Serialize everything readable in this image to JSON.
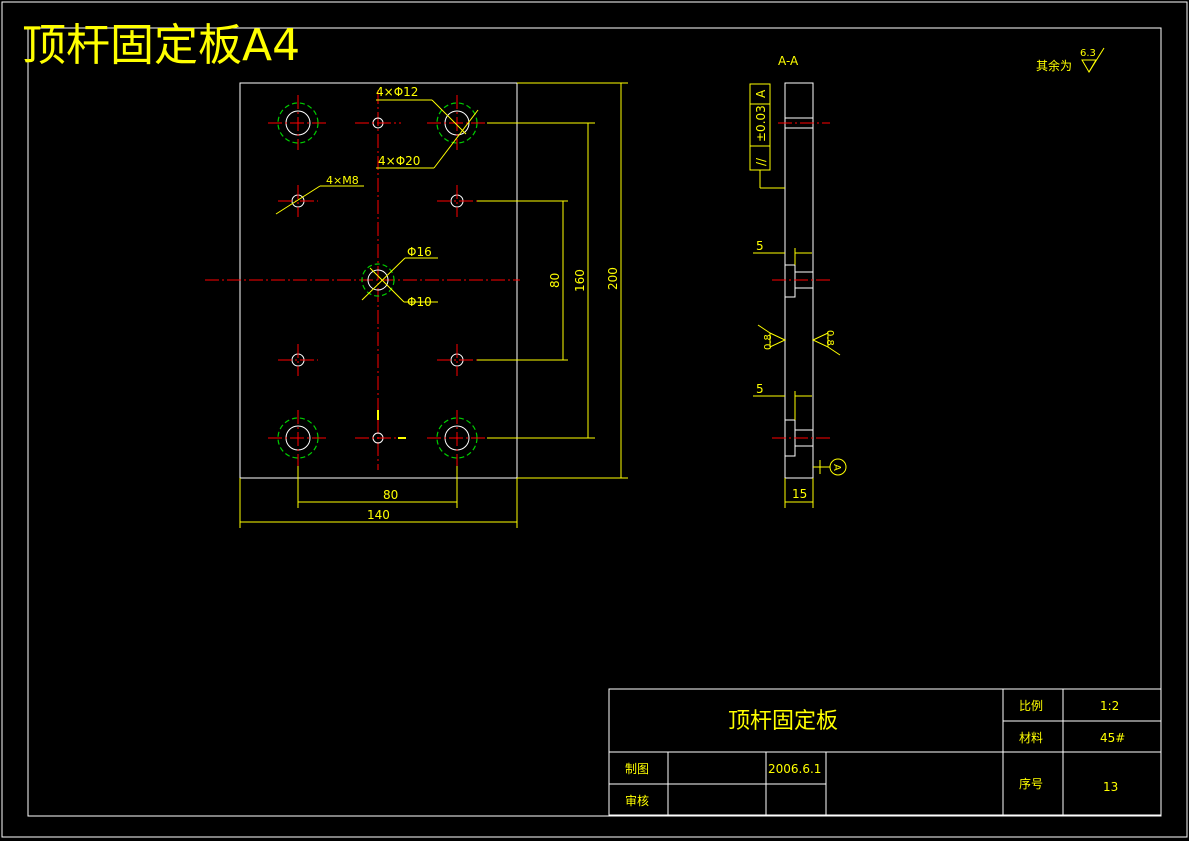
{
  "title_big": "顶杆固定板A4",
  "section_label": "A-A",
  "roughness_note": "其余为",
  "roughness_value": "6.3",
  "roughness_side_left": "0.8",
  "roughness_side_right": "0.8",
  "annotations": {
    "holes_phi12": "4×Φ12",
    "holes_phi20": "4×Φ20",
    "holes_m8": "4×M8",
    "phi16": "Φ16",
    "phi10": "Φ10"
  },
  "dimensions": {
    "d80_vertical": "80",
    "d160": "160",
    "d200": "200",
    "d80_horizontal": "80",
    "d140": "140",
    "d5_top": "5",
    "d5_bottom": "5",
    "d15": "15"
  },
  "tolerance_frame": {
    "symbol": "//",
    "value": "±0.03",
    "datum": "A"
  },
  "datum_label": "A",
  "title_block": {
    "part_name": "顶杆固定板",
    "scale_label": "比例",
    "scale_value": "1:2",
    "material_label": "材料",
    "material_value": "45#",
    "drawn_label": "制图",
    "date": "2006.6.1",
    "checked_label": "审核",
    "seq_label": "序号",
    "seq_value": "13"
  }
}
